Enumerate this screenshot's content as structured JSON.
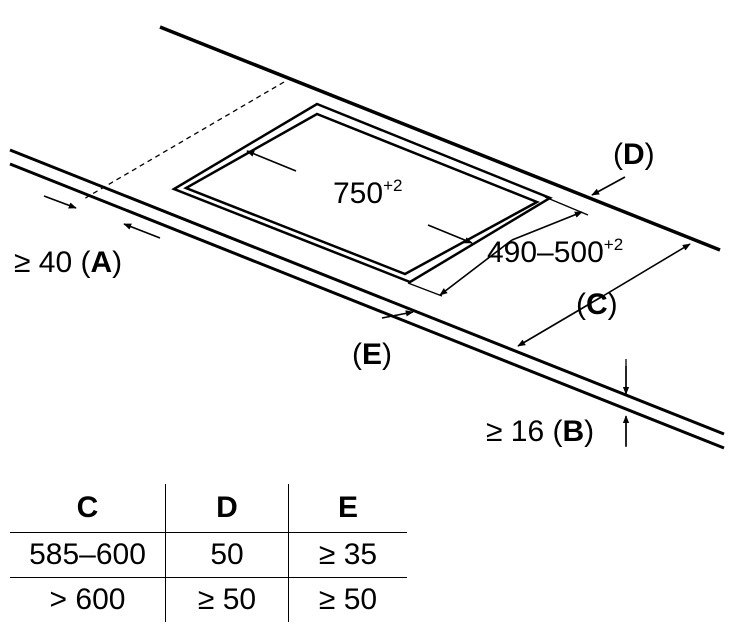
{
  "diagram": {
    "width_value": "750",
    "width_tol": "+2",
    "depth_value": "490–500",
    "depth_tol": "+2",
    "label_a_value": "≥ 40",
    "label_a_key": "A",
    "label_b_value": "≥ 16",
    "label_b_key": "B",
    "label_c_key": "C",
    "label_d_key": "D",
    "label_e_key": "E"
  },
  "table": {
    "headers": [
      "C",
      "D",
      "E"
    ],
    "rows": [
      [
        "585–600",
        "50",
        "≥ 35"
      ],
      [
        "> 600",
        "≥ 50",
        "≥ 50"
      ]
    ]
  }
}
